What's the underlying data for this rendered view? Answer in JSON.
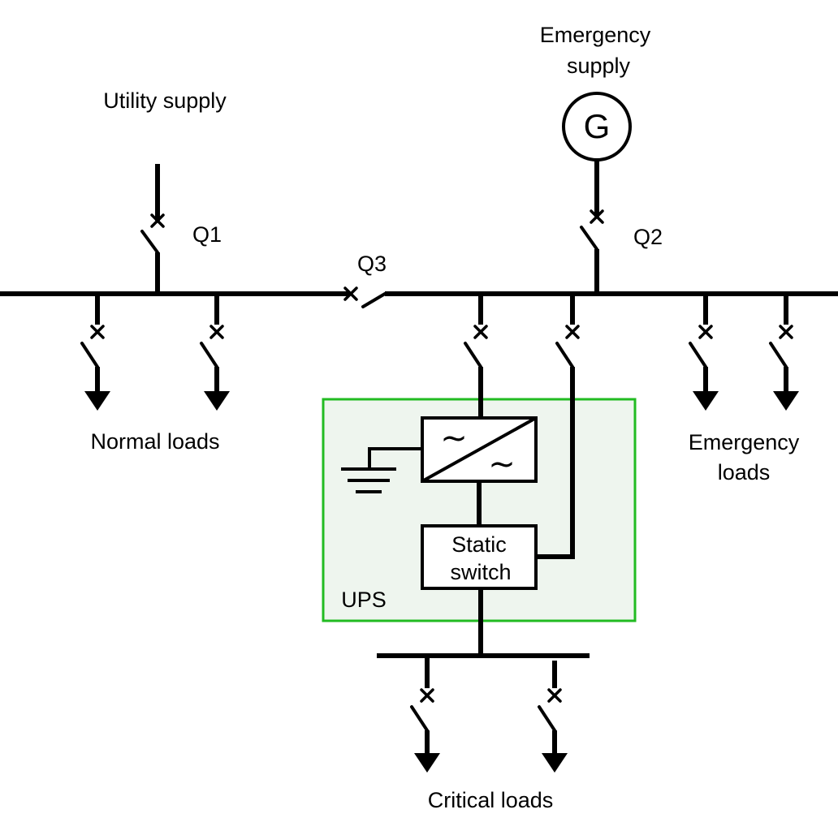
{
  "labels": {
    "utility_supply": "Utility supply",
    "emergency_supply_line1": "Emergency",
    "emergency_supply_line2": "supply",
    "generator": "G",
    "q1": "Q1",
    "q2": "Q2",
    "q3": "Q3",
    "normal_loads": "Normal loads",
    "emergency_loads_line1": "Emergency",
    "emergency_loads_line2": "loads",
    "static_switch_line1": "Static",
    "static_switch_line2": "switch",
    "ups": "UPS",
    "critical_loads": "Critical loads"
  },
  "converter": {
    "input_symbol": "~",
    "output_symbol": "~"
  },
  "colors": {
    "ups_border": "#22bb22",
    "ups_fill": "#eef5ee",
    "line": "#000000"
  }
}
